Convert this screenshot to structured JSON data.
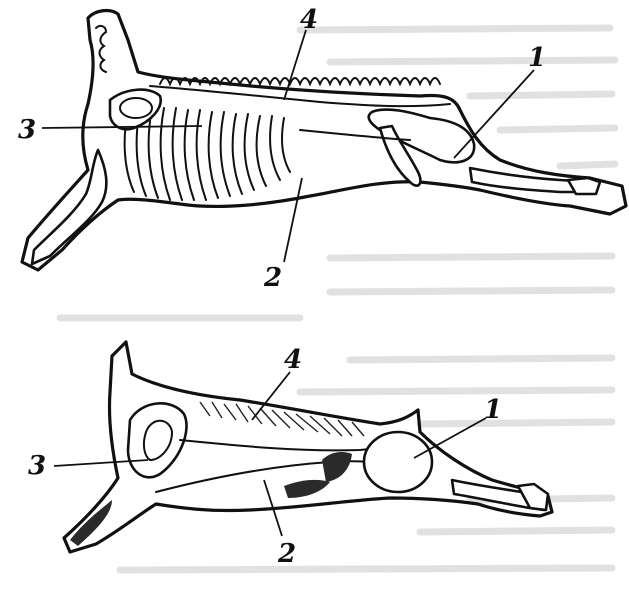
{
  "figure": {
    "top_carcass": {
      "labels": [
        {
          "id": "1",
          "text": "1"
        },
        {
          "id": "2",
          "text": "2"
        },
        {
          "id": "3",
          "text": "3"
        },
        {
          "id": "4",
          "text": "4"
        }
      ]
    },
    "bottom_carcass": {
      "labels": [
        {
          "id": "1",
          "text": "1"
        },
        {
          "id": "2",
          "text": "2"
        },
        {
          "id": "3",
          "text": "3"
        },
        {
          "id": "4",
          "text": "4"
        }
      ]
    }
  }
}
